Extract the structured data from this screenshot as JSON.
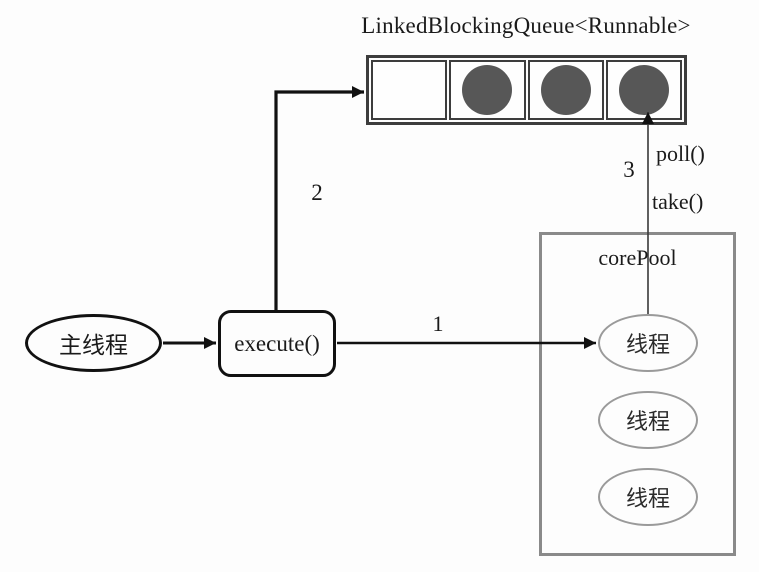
{
  "title": "LinkedBlockingQueue<Runnable>",
  "queue": {
    "cells": [
      {
        "filled": false
      },
      {
        "filled": true
      },
      {
        "filled": true
      },
      {
        "filled": true
      }
    ]
  },
  "main_thread": {
    "label": "主线程"
  },
  "execute_box": {
    "label": "execute()"
  },
  "core_pool": {
    "label": "corePool",
    "threads": [
      "线程",
      "线程",
      "线程"
    ]
  },
  "arrow_labels": {
    "step1": "1",
    "step2": "2",
    "step3": "3",
    "poll": "poll()",
    "take": "take()"
  },
  "colors": {
    "background": "#fdfdfd",
    "shape_stroke": "#111111",
    "queue_stroke": "#3d3d3d",
    "task_dot_fill": "#575757",
    "pool_stroke": "#8a8a8a",
    "thread_ellipse_stroke": "#9a9a9a",
    "text": "#1a1a1a"
  }
}
